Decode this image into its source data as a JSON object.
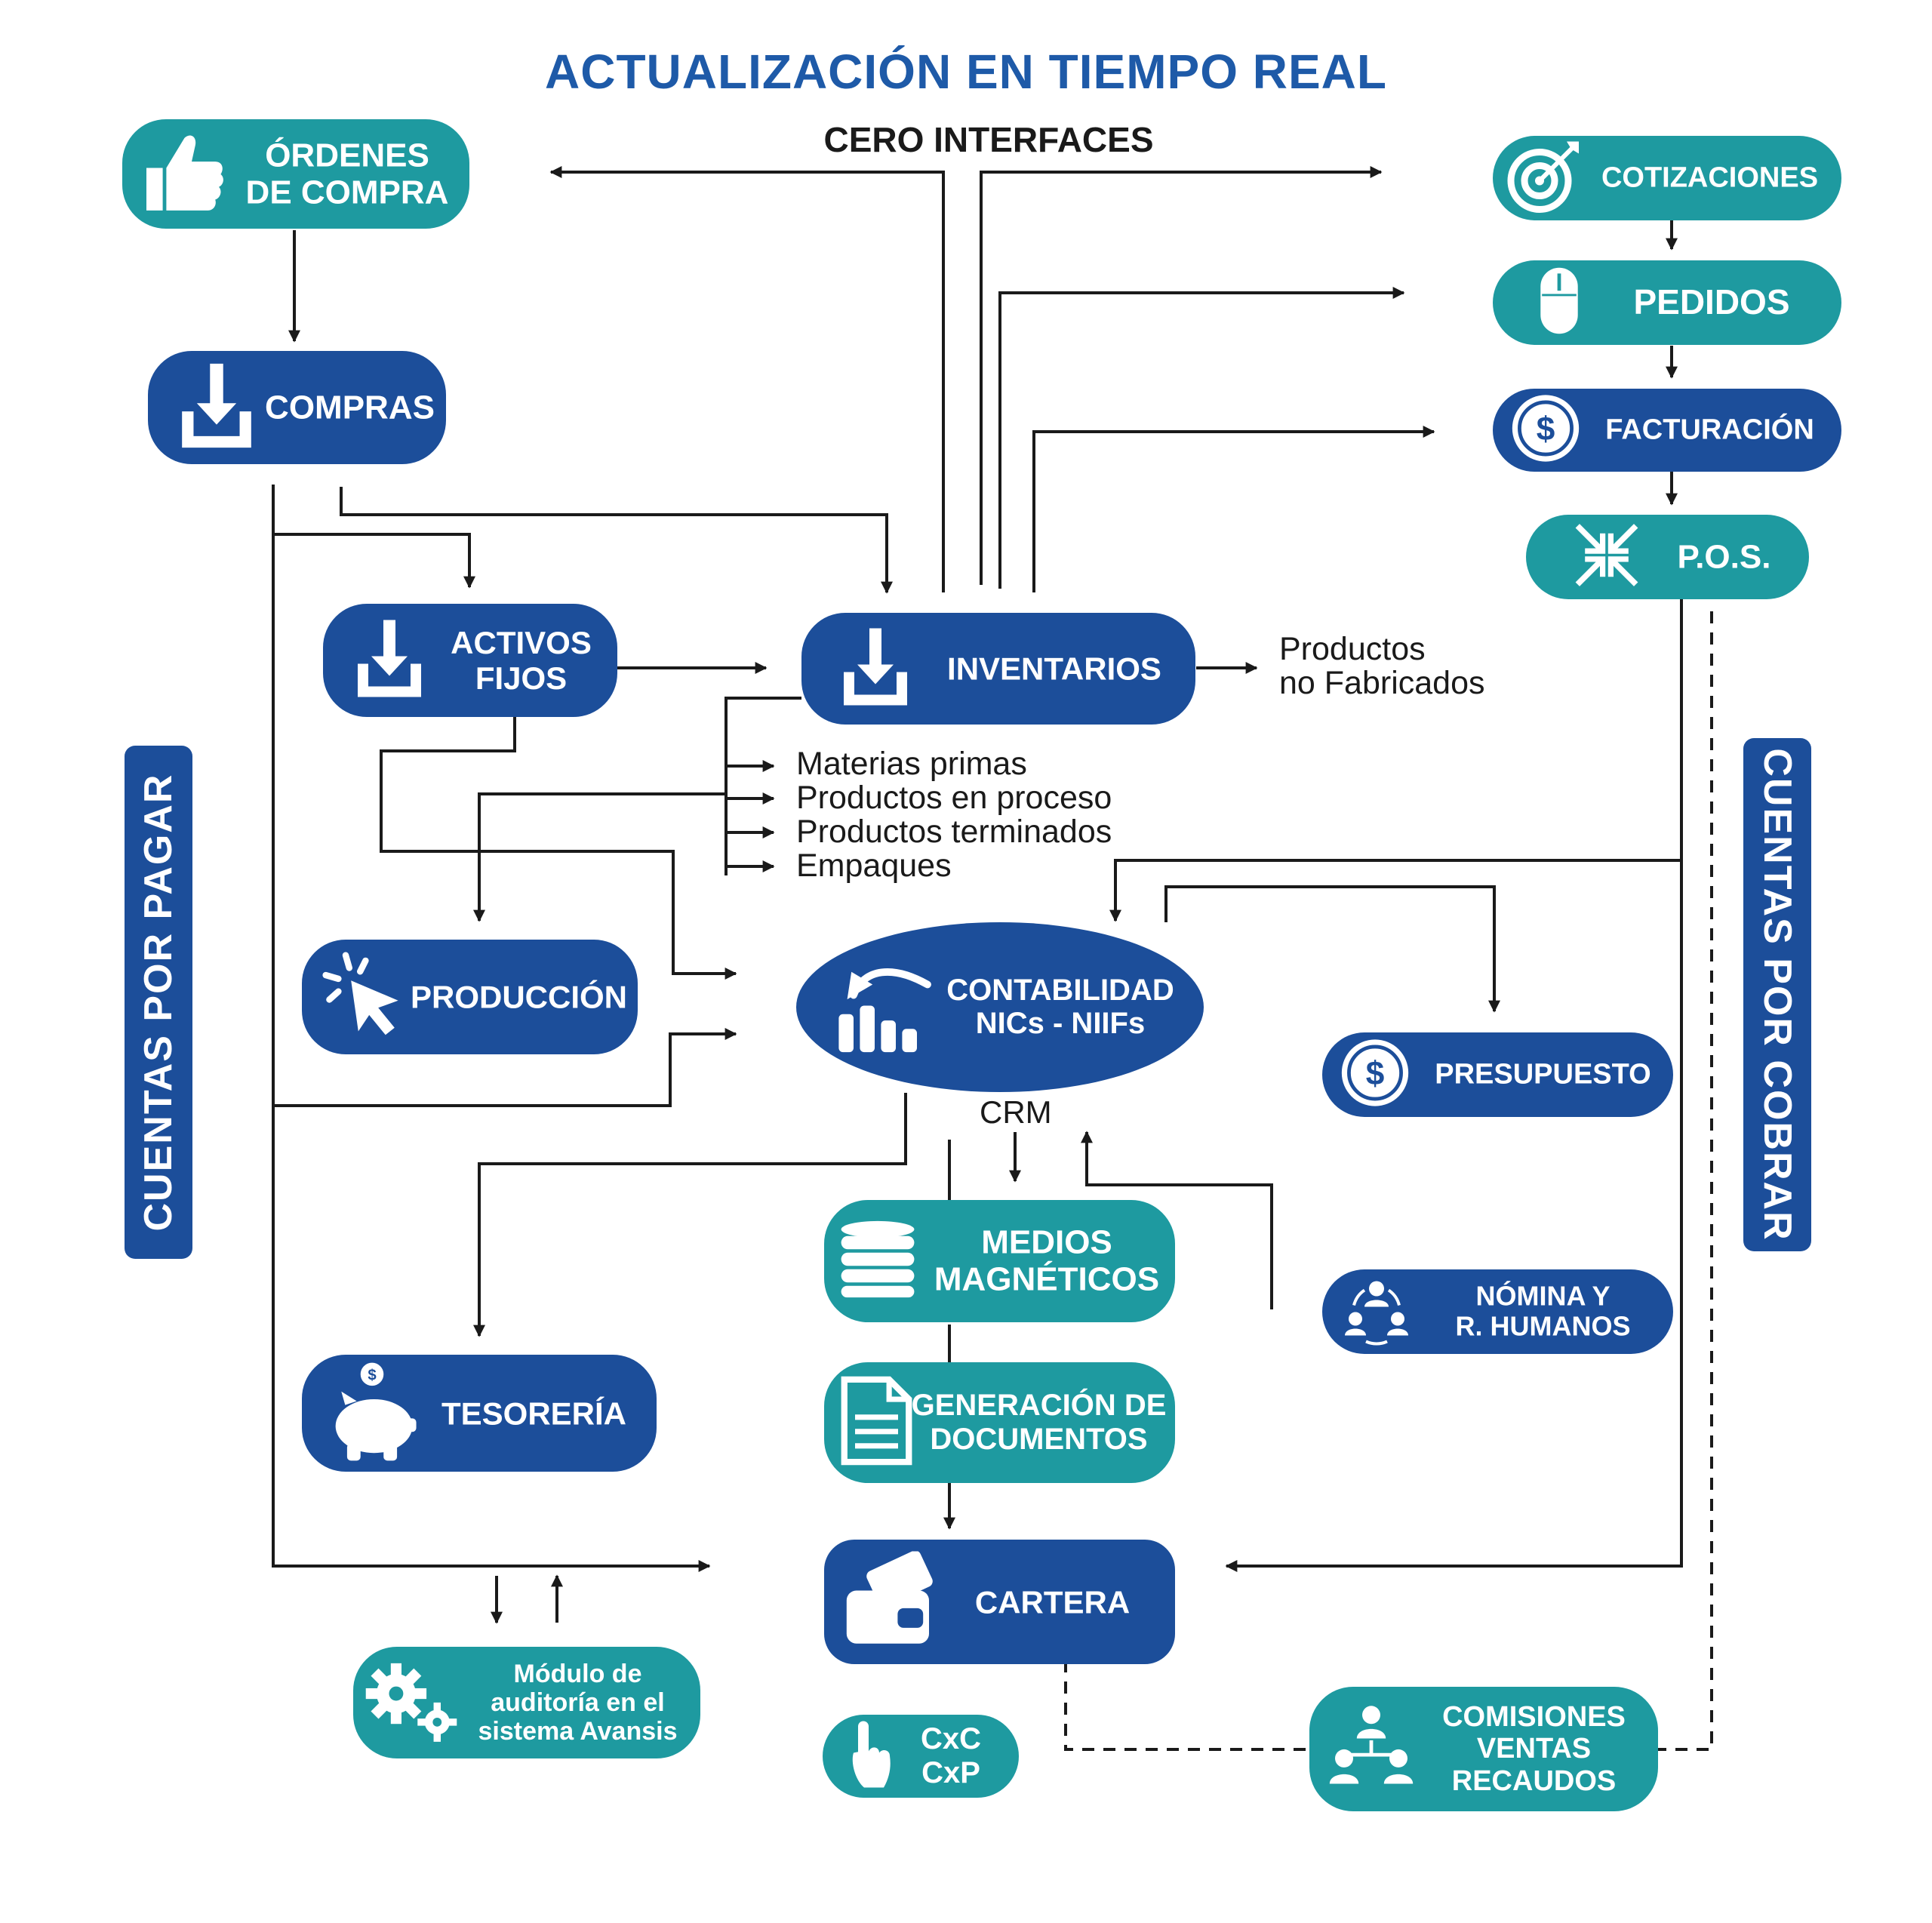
{
  "title": "ACTUALIZACIÓN EN TIEMPO REAL",
  "subtitle": "CERO INTERFACES",
  "nodes": {
    "ordenes": "ÓRDENES\nDE COMPRA",
    "compras": "COMPRAS",
    "activos": "ACTIVOS\nFIJOS",
    "inventarios": "INVENTARIOS",
    "produccion": "PRODUCCIÓN",
    "contabilidad": "CONTABILIDAD\nNICs - NIIFs",
    "tesoreria": "TESORERÍA",
    "medios": "MEDIOS\nMAGNÉTICOS",
    "generacion": "GENERACIÓN DE\nDOCUMENTOS",
    "cartera": "CARTERA",
    "auditoria": "Módulo de\nauditoría en el\nsistema Avansis",
    "cxc": "CxC\nCxP",
    "cotizaciones": "COTIZACIONES",
    "pedidos": "PEDIDOS",
    "facturacion": "FACTURACIÓN",
    "pos": "P.O.S.",
    "presupuesto": "PRESUPUESTO",
    "nomina": "NÓMINA Y\nR. HUMANOS",
    "comisiones": "COMISIONES\nVENTAS\nRECAUDOS"
  },
  "labels": {
    "productos_no_fab": "Productos\nno Fabricados",
    "materias": "Materias primas",
    "en_proceso": "Productos en proceso",
    "terminados": "Productos terminados",
    "empaques": "Empaques",
    "crm": "CRM"
  },
  "side": {
    "left": "CUENTAS POR PAGAR",
    "right": "CUENTAS POR COBRAR"
  },
  "icons": {
    "ordenes": "thumbs-up-icon",
    "compras": "download-tray-icon",
    "activos": "download-tray-icon",
    "inventarios": "download-tray-icon",
    "produccion": "cursor-click-icon",
    "contabilidad": "bar-chart-growth-icon",
    "tesoreria": "piggy-bank-icon",
    "medios": "database-icon",
    "generacion": "document-icon",
    "cartera": "wallet-icon",
    "auditoria": "gears-icon",
    "cxc": "hand-pointer-icon",
    "cotizaciones": "target-icon",
    "pedidos": "mouse-icon",
    "facturacion": "dollar-coin-icon",
    "pos": "compress-arrows-icon",
    "presupuesto": "dollar-coin-icon",
    "nomina": "team-cycle-icon",
    "comisiones": "org-people-icon"
  },
  "colors": {
    "teal": "#1e9aa0",
    "blue": "#1c4e9a",
    "title": "#1e5aa8",
    "line": "#1a1a1a"
  }
}
